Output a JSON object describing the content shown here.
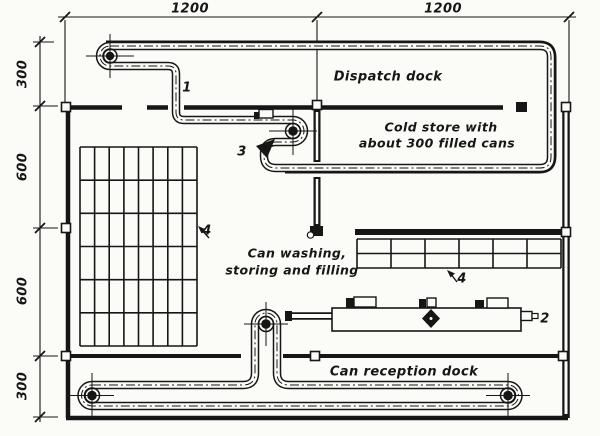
{
  "figure": {
    "kind": "factory floor plan, milk-can handling scheme",
    "ink_color": "#161616",
    "paper_color": "#fbfbf8",
    "rooms": {
      "dispatch_dock": "Dispatch dock",
      "cold_store_line1": "Cold store with",
      "cold_store_line2": "about 300 filled cans",
      "washing_line1": "Can washing,",
      "washing_line2": "storing and filling",
      "reception_dock": "Can reception dock"
    },
    "dimensions": {
      "top_left": "1200",
      "top_right": "1200",
      "left_1": "300",
      "left_2": "600",
      "left_3": "600",
      "left_4": "300"
    },
    "callouts": {
      "conveyor_1": "1",
      "machine_2": "2",
      "turn_wheel_3": "3",
      "storage_grid_4": "4",
      "rack_4": "4"
    }
  }
}
